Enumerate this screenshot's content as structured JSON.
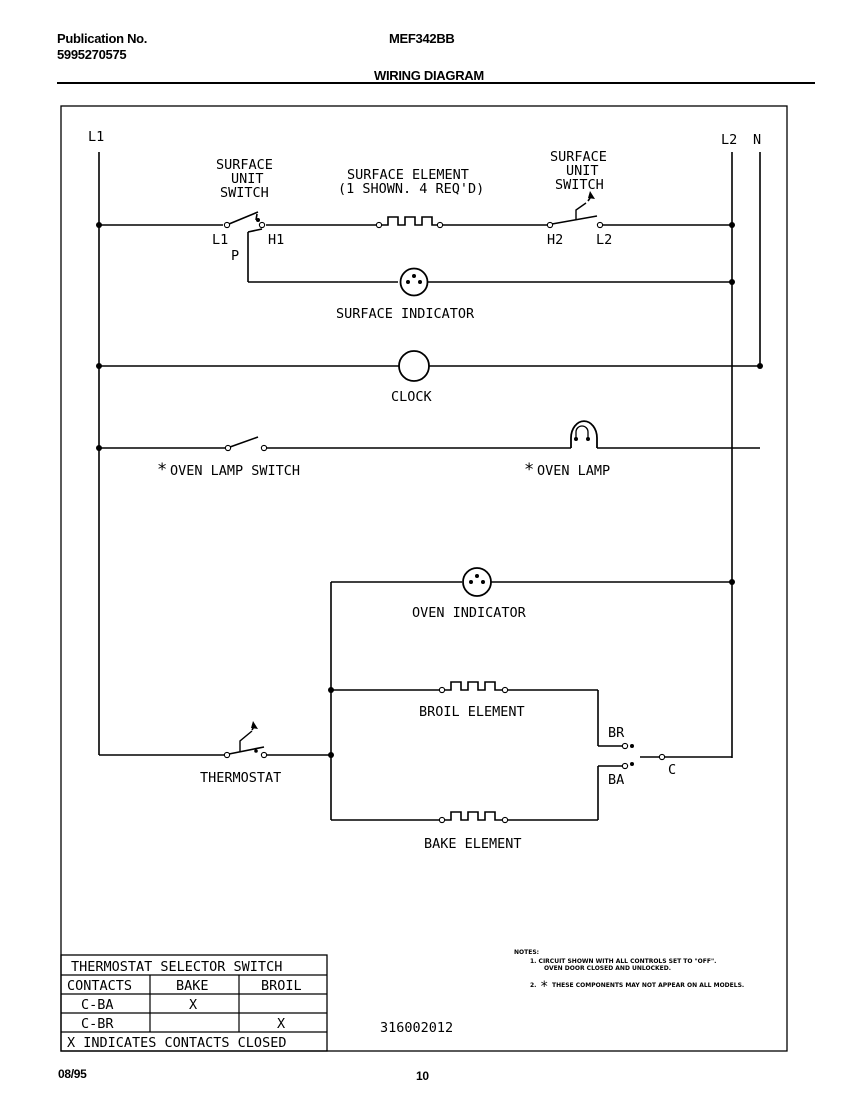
{
  "header": {
    "publication_label": "Publication No.",
    "publication_number": "5995270575",
    "model": "MEF342BB",
    "title": "WIRING DIAGRAM"
  },
  "footer": {
    "date": "08/95",
    "page": "10"
  },
  "diagram": {
    "rails": {
      "left": "L1",
      "right_l2": "L2",
      "right_n": "N"
    },
    "surface_unit_switch_left": [
      "SURFACE",
      "UNIT",
      "SWITCH"
    ],
    "surface_unit_switch_right": [
      "SURFACE",
      "UNIT",
      "SWITCH"
    ],
    "surface_element": [
      "SURFACE ELEMENT",
      "(1 SHOWN. 4 REQ'D)"
    ],
    "terminal_l1": "L1",
    "terminal_h1": "H1",
    "terminal_p": "P",
    "terminal_h2": "H2",
    "terminal_l2": "L2",
    "surface_indicator": "SURFACE INDICATOR",
    "clock": "CLOCK",
    "oven_lamp_switch": "OVEN LAMP SWITCH",
    "oven_lamp": "OVEN LAMP",
    "asterisk": "*",
    "oven_indicator": "OVEN INDICATOR",
    "broil_element": "BROIL ELEMENT",
    "bake_element": "BAKE ELEMENT",
    "thermostat": "THERMOSTAT",
    "terminal_br": "BR",
    "terminal_ba": "BA",
    "terminal_c": "C",
    "drawing_number": "316002012"
  },
  "selector_table": {
    "title": "THERMOSTAT SELECTOR SWITCH",
    "columns": [
      "CONTACTS",
      "BAKE",
      "BROIL"
    ],
    "rows": [
      [
        "C-BA",
        "X",
        ""
      ],
      [
        "C-BR",
        "",
        "X"
      ]
    ],
    "footnote": "X INDICATES CONTACTS CLOSED"
  },
  "notes": {
    "heading": "NOTES:",
    "note1_lines": [
      "1.  CIRCUIT SHOWN WITH ALL CONTROLS SET TO \"OFF\".",
      "OVEN DOOR CLOSED AND UNLOCKED."
    ],
    "note2_number": "2.",
    "note2_text": "THESE COMPONENTS MAY NOT APPEAR ON ALL MODELS."
  }
}
